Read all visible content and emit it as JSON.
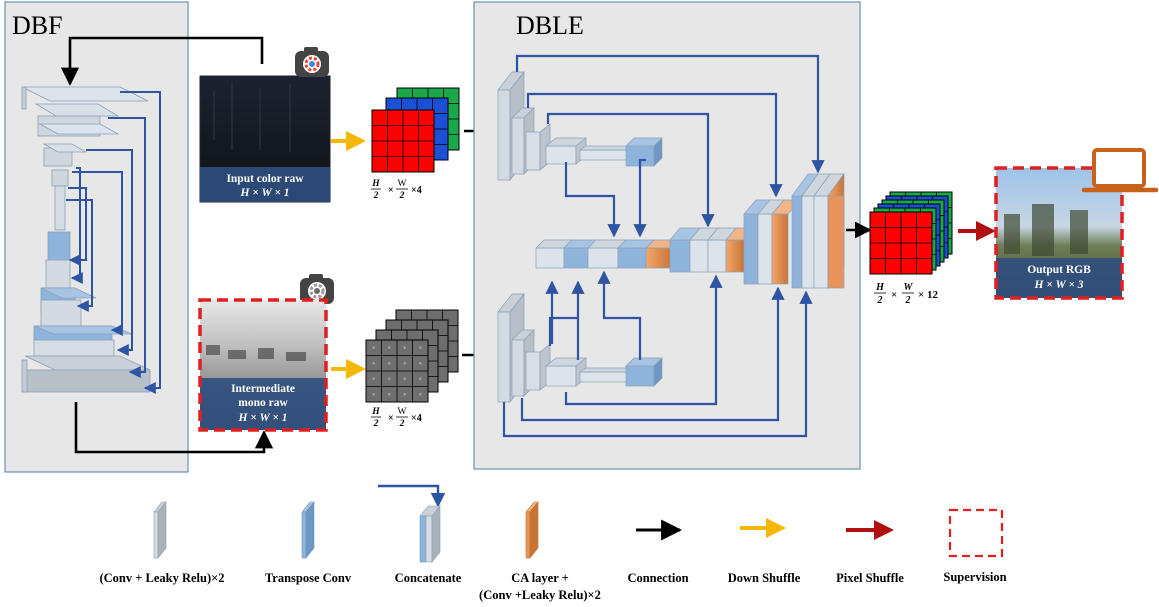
{
  "panels": {
    "dbf_title": "DBF",
    "dble_title": "DBLE"
  },
  "inputs": {
    "color_caption_line1": "Input color raw",
    "color_caption_line2": "H × W × 1",
    "mono_caption_line1": "Intermediate",
    "mono_caption_line2": "mono raw",
    "mono_caption_line3": "H × W × 1"
  },
  "tensors": {
    "color_packed_h": "H",
    "color_packed_w": "W",
    "color_packed_tail": "×4",
    "mono_packed_h": "H",
    "mono_packed_w": "W",
    "mono_packed_tail": "×4",
    "output_packed_h": "H",
    "output_packed_w": "W",
    "output_packed_tail": "× 12",
    "fraction_denominator": "2",
    "times": "×"
  },
  "output": {
    "caption_line1": "Output RGB",
    "caption_line2": "H × W × 3"
  },
  "legend": {
    "conv": "(Conv + Leaky Relu)×2",
    "transpose": "Transpose Conv",
    "concat": "Concatenate",
    "ca_line1": "CA  layer +",
    "ca_line2": "(Conv +Leaky Relu)×2",
    "connection": "Connection",
    "down_shuffle": "Down Shuffle",
    "pixel_shuffle": "Pixel Shuffle",
    "supervision": "Supervision"
  },
  "colors": {
    "panel_bg": "#e7e7e7",
    "panel_border": "#6b8fb0",
    "arrow_blue": "#2f54a3",
    "arrow_black": "#000000",
    "arrow_yellow": "#f5b800",
    "arrow_red": "#b01010",
    "supervision_red": "#e02020",
    "grid_red": "#ff0000",
    "grid_blue": "#1a4fd6",
    "grid_green": "#1aa84a",
    "grid_gray": "#6e6e6e",
    "caption_bg": "#2f4e7e",
    "conv_gray": "#d8dde3",
    "transpose_blue": "#8fb4dc",
    "ca_orange": "#e8935a",
    "laptop_orange": "#c8621a"
  },
  "icons": [
    "camera-icon",
    "laptop-icon"
  ]
}
